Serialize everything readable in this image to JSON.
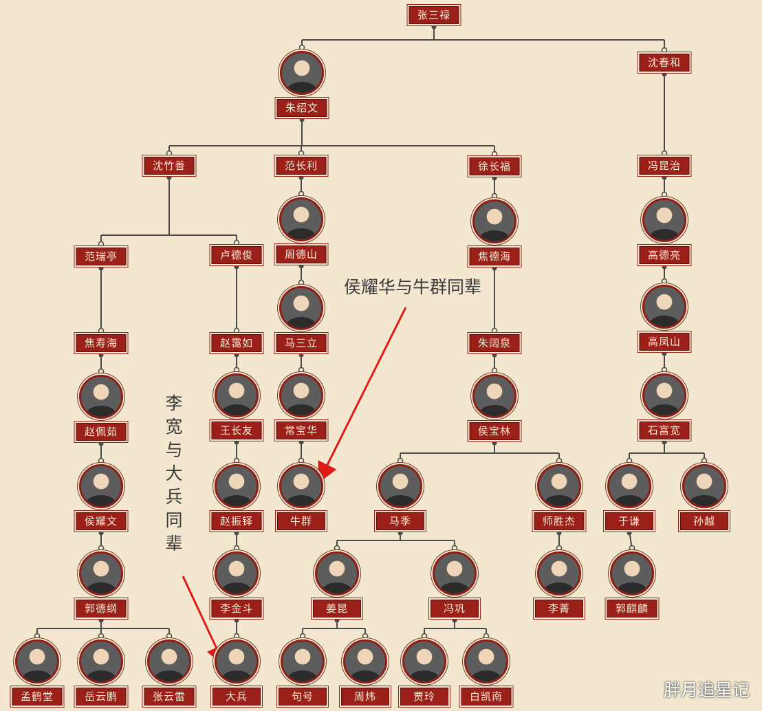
{
  "nodes": [
    {
      "id": "zsl",
      "label": "张三禄",
      "photo": false
    },
    {
      "id": "zsw",
      "label": "朱绍文",
      "photo": true
    },
    {
      "id": "sch",
      "label": "沈春和",
      "photo": false
    },
    {
      "id": "szs",
      "label": "沈竹善",
      "photo": false
    },
    {
      "id": "fcl",
      "label": "范长利",
      "photo": false
    },
    {
      "id": "xcf",
      "label": "徐长福",
      "photo": false
    },
    {
      "id": "fkz",
      "label": "冯昆治",
      "photo": false
    },
    {
      "id": "frt",
      "label": "范瑞亭",
      "photo": false
    },
    {
      "id": "ldj",
      "label": "卢德俊",
      "photo": false
    },
    {
      "id": "zds",
      "label": "周德山",
      "photo": true
    },
    {
      "id": "jdh",
      "label": "焦德海",
      "photo": true
    },
    {
      "id": "gdl",
      "label": "高德亮",
      "photo": true
    },
    {
      "id": "msl",
      "label": "马三立",
      "photo": true
    },
    {
      "id": "gfs",
      "label": "高凤山",
      "photo": true
    },
    {
      "id": "jsh",
      "label": "焦寿海",
      "photo": false
    },
    {
      "id": "zar",
      "label": "赵霭如",
      "photo": false
    },
    {
      "id": "zkq",
      "label": "朱阔泉",
      "photo": false
    },
    {
      "id": "zpr",
      "label": "赵佩茹",
      "photo": true
    },
    {
      "id": "wcy",
      "label": "王长友",
      "photo": true
    },
    {
      "id": "cbh",
      "label": "常宝华",
      "photo": true
    },
    {
      "id": "hbl",
      "label": "侯宝林",
      "photo": true
    },
    {
      "id": "sfk",
      "label": "石富宽",
      "photo": true
    },
    {
      "id": "hyw",
      "label": "侯耀文",
      "photo": true
    },
    {
      "id": "zzd",
      "label": "赵振铎",
      "photo": true
    },
    {
      "id": "nq",
      "label": "牛群",
      "photo": true
    },
    {
      "id": "mj",
      "label": "马季",
      "photo": true
    },
    {
      "id": "ssj",
      "label": "师胜杰",
      "photo": true
    },
    {
      "id": "yq",
      "label": "于谦",
      "photo": true
    },
    {
      "id": "sy",
      "label": "孙越",
      "photo": true
    },
    {
      "id": "gdg",
      "label": "郭德纲",
      "photo": true
    },
    {
      "id": "ljd",
      "label": "李金斗",
      "photo": true
    },
    {
      "id": "jk",
      "label": "姜昆",
      "photo": true
    },
    {
      "id": "fg",
      "label": "冯巩",
      "photo": true
    },
    {
      "id": "lj",
      "label": "李菁",
      "photo": true
    },
    {
      "id": "gql",
      "label": "郭麒麟",
      "photo": true
    },
    {
      "id": "mhh",
      "label": "孟鹤堂",
      "photo": true
    },
    {
      "id": "yyp",
      "label": "岳云鹏",
      "photo": true
    },
    {
      "id": "zyl",
      "label": "张云雷",
      "photo": true
    },
    {
      "id": "db",
      "label": "大兵",
      "photo": true
    },
    {
      "id": "xh",
      "label": "句号",
      "photo": true
    },
    {
      "id": "zw",
      "label": "周炜",
      "photo": true
    },
    {
      "id": "jl",
      "label": "贾玲",
      "photo": true
    },
    {
      "id": "bkn",
      "label": "白凯南",
      "photo": true
    }
  ],
  "edges": [
    [
      "zsl",
      "zsw"
    ],
    [
      "zsl",
      "sch"
    ],
    [
      "zsw",
      "szs"
    ],
    [
      "zsw",
      "fcl"
    ],
    [
      "zsw",
      "xcf"
    ],
    [
      "sch",
      "fkz"
    ],
    [
      "szs",
      "frt"
    ],
    [
      "szs",
      "ldj"
    ],
    [
      "fcl",
      "zds"
    ],
    [
      "xcf",
      "jdh"
    ],
    [
      "fkz",
      "gdl"
    ],
    [
      "frt",
      "jsh"
    ],
    [
      "ldj",
      "zar"
    ],
    [
      "zds",
      "msl"
    ],
    [
      "jdh",
      "zkq"
    ],
    [
      "gdl",
      "gfs"
    ],
    [
      "jsh",
      "zpr"
    ],
    [
      "zar",
      "wcy"
    ],
    [
      "msl",
      "cbh"
    ],
    [
      "zkq",
      "hbl"
    ],
    [
      "gfs",
      "sfk"
    ],
    [
      "zpr",
      "hyw"
    ],
    [
      "wcy",
      "zzd"
    ],
    [
      "cbh",
      "nq"
    ],
    [
      "hbl",
      "mj"
    ],
    [
      "hbl",
      "ssj"
    ],
    [
      "sfk",
      "yq"
    ],
    [
      "sfk",
      "sy"
    ],
    [
      "hyw",
      "gdg"
    ],
    [
      "zzd",
      "ljd"
    ],
    [
      "mj",
      "jk"
    ],
    [
      "mj",
      "fg"
    ],
    [
      "ssj",
      "lj"
    ],
    [
      "yq",
      "gql"
    ],
    [
      "gdg",
      "mhh"
    ],
    [
      "gdg",
      "yyp"
    ],
    [
      "gdg",
      "zyl"
    ],
    [
      "ljd",
      "db"
    ],
    [
      "jk",
      "xh"
    ],
    [
      "jk",
      "zw"
    ],
    [
      "fg",
      "jl"
    ],
    [
      "fg",
      "bkn"
    ]
  ],
  "annotations": {
    "hou_niu": "侯耀华与牛群同辈",
    "li_dabing": "李宽与大兵同辈"
  },
  "watermark": "胖月追星记",
  "colors": {
    "background": "#f3e8cf",
    "label": "#9b2019",
    "line": "#4a4a4a",
    "arrow": "#e01b17"
  }
}
